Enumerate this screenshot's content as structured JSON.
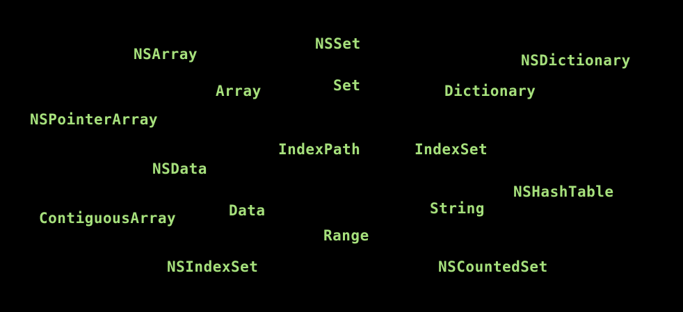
{
  "colors": {
    "background": "#000000",
    "text": "#a6e07c"
  },
  "terms": {
    "nsarray": "NSArray",
    "nsset": "NSSet",
    "nsdictionary": "NSDictionary",
    "array": "Array",
    "set": "Set",
    "dictionary": "Dictionary",
    "nspointerarray": "NSPointerArray",
    "indexpath": "IndexPath",
    "indexset": "IndexSet",
    "nsdata": "NSData",
    "nshashtable": "NSHashTable",
    "string": "String",
    "data": "Data",
    "contiguousarray": "ContiguousArray",
    "range": "Range",
    "nsindexset": "NSIndexSet",
    "nscountedset": "NSCountedSet"
  }
}
